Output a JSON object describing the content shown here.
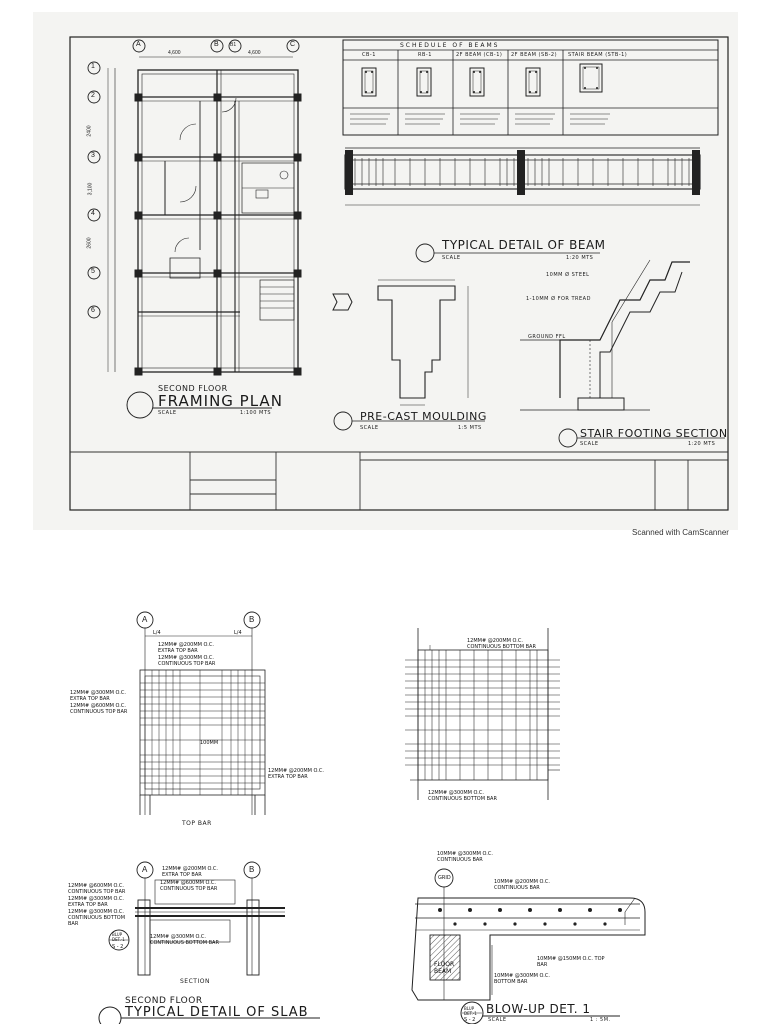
{
  "scanner_mark": "Scanned with CamScanner",
  "sheet": {
    "framing_plan": {
      "title_small": "SECOND FLOOR",
      "title": "FRAMING PLAN",
      "scale_label": "SCALE",
      "scale": "1:100 MTS",
      "grid_cols": [
        "A",
        "B",
        "B1",
        "C"
      ],
      "grid_rows": [
        "1",
        "2",
        "3",
        "4",
        "5",
        "6"
      ],
      "dims_top": [
        "4,600",
        "4,600"
      ],
      "dims_left": [
        "2400",
        "3,100",
        "2600"
      ]
    },
    "schedule": {
      "title": "SCHEDULE OF BEAMS",
      "headers": [
        "CB-1",
        "RB-1",
        "2F BEAM (CB-1)",
        "2F BEAM (SB-2)",
        "STAIR BEAM (STB-1)"
      ]
    },
    "beam_detail": {
      "title": "TYPICAL DETAIL OF BEAM",
      "scale_label": "SCALE",
      "scale": "1:20 MTS"
    },
    "precast": {
      "title": "PRE-CAST MOULDING",
      "scale_label": "SCALE",
      "scale": "1:5 MTS"
    },
    "stair": {
      "title": "STAIR FOOTING SECTION",
      "scale_label": "SCALE",
      "scale": "1:20 MTS",
      "labels": [
        "GROUND FFL",
        "10mm Ø STEEL",
        "1-10mm Ø for TREAD"
      ]
    }
  },
  "slab_top_bar": {
    "grid": [
      "A",
      "B"
    ],
    "l4": [
      "L/4",
      "L/4"
    ],
    "notes": [
      "12MM# @200MM O.C. EXTRA TOP BAR",
      "12MM# @300MM O.C. CONTINUOUS TOP BAR",
      "12MM# @300MM O.C. EXTRA TOP BAR",
      "12MM# @600MM O.C. CONTINUOUS TOP BAR",
      "12MM# @200MM O.C. EXTRA TOP BAR"
    ],
    "thickness": "100MM",
    "caption": "TOP BAR"
  },
  "slab_bottom_bar": {
    "notes": [
      "12MM# @200MM O.C. CONTINUOUS BOTTOM BAR",
      "12MM# @300MM O.C. CONTINUOUS BOTTOM BAR"
    ]
  },
  "slab_section": {
    "grid": [
      "A",
      "B"
    ],
    "notes": [
      "12MM# @200MM O.C. EXTRA TOP BAR",
      "12MM# @600MM O.C. CONTINUOUS TOP BAR",
      "12MM# @600MM O.C. CONTINUOUS TOP BAR",
      "12MM# @300MM O.C. EXTRA TOP BAR",
      "12MM# @300MM O.C. CONTINUOUS BOTTOM BAR",
      "12MM# @300MM O.C. CONTINUOUS BOTTOM BAR"
    ],
    "bubble": [
      "BLUP",
      "DET.-1",
      "S - 2"
    ],
    "caption": "SECTION",
    "title_small": "SECOND FLOOR",
    "title": "TYPICAL DETAIL OF SLAB"
  },
  "blowup": {
    "grid_label": "GRID",
    "notes": [
      "10MM# @300MM O.C. CONTINUOUS BAR",
      "10MM# @200MM O.C. CONTINUOUS BAR",
      "10MM# @150MM O.C. TOP BAR",
      "10MM# @300MM O.C. BOTTOM BAR"
    ],
    "beam_label": [
      "FLOOR",
      "BEAM"
    ],
    "bubble": [
      "BLUP",
      "DET.-1",
      "S - 2"
    ],
    "title": "BLOW-UP DET. 1",
    "scale_label": "SCALE",
    "scale": "1 : 5M."
  }
}
